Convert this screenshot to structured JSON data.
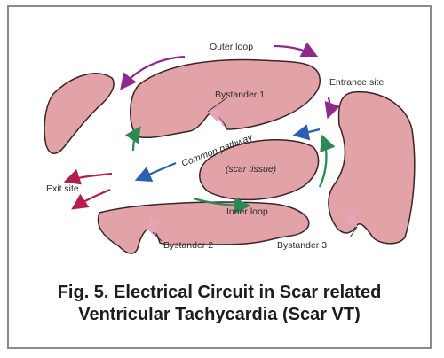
{
  "diagram": {
    "labels": {
      "outer_loop": "Outer loop",
      "entrance_site": "Entrance site",
      "bystander_1": "Bystander 1",
      "common_pathway": "Common pathway",
      "scar_tissue": "(scar tissue)",
      "exit_site": "Exit site",
      "inner_loop": "Inner loop",
      "bystander_2": "Bystander 2",
      "bystander_3": "Bystander 3"
    },
    "colors": {
      "scar_fill": "#e2a3a8",
      "scar_stroke": "#3a2426",
      "outer_loop_arrow": "#8e2a8c",
      "inner_loop_arrow": "#2a8a55",
      "common_pathway_arrow": "#2d5fb0",
      "exit_arrow": "#b01e4e",
      "bystander_arrow": "#e7a3b8"
    }
  },
  "caption": {
    "line1": "Fig. 5.  Electrical Circuit in Scar related",
    "line2": "Ventricular Tachycardia (Scar VT)"
  }
}
